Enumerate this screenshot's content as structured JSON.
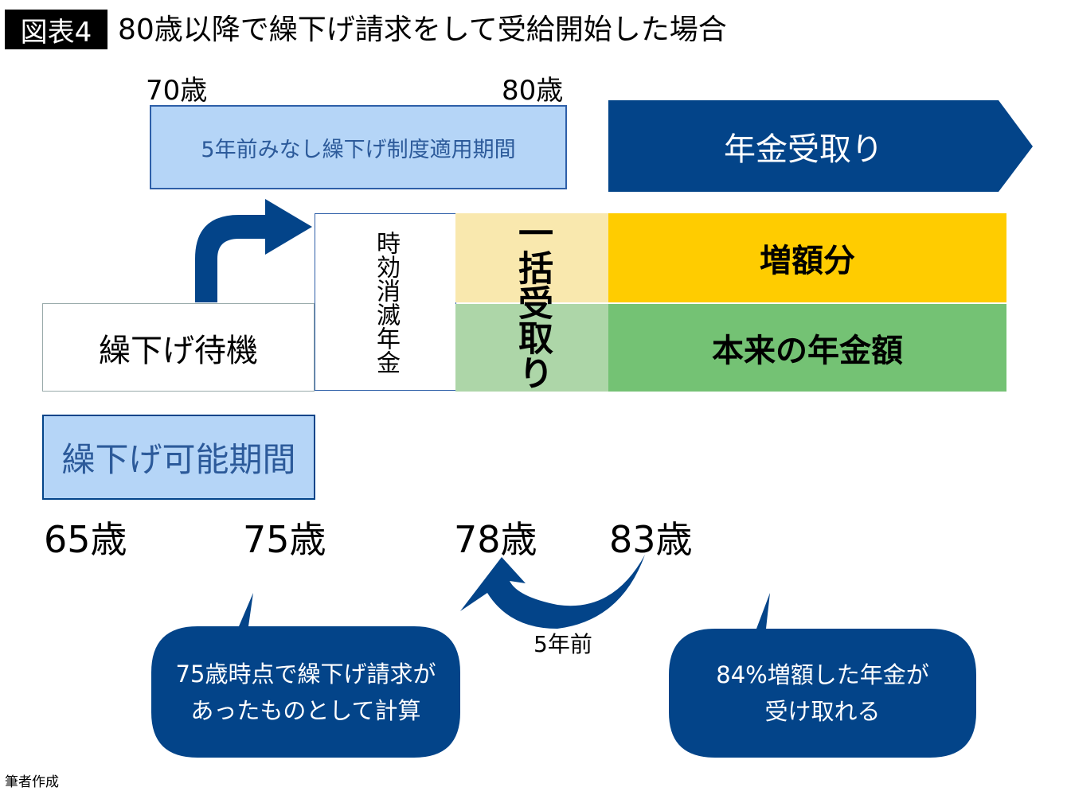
{
  "title": {
    "badge": "図表4",
    "text": "80歳以降で繰下げ請求をして受給開始した場合"
  },
  "top_ages": {
    "a70": "70歳",
    "a80": "80歳"
  },
  "minashi_box": "5年前みなし繰下げ制度適用期間",
  "pension_banner": "年金受取り",
  "wait_box": "繰下げ待機",
  "expired_box": "時効消滅年金",
  "lump_sum": "一括受取り",
  "increase": "増額分",
  "base_amount": "本来の年金額",
  "deferral_period": "繰下げ可能期間",
  "ages": [
    "65歳",
    "75歳",
    "78歳",
    "83歳"
  ],
  "back_label": "5年前",
  "bubble_left": [
    "75歳時点で繰下げ請求が",
    "あったものとして計算"
  ],
  "bubble_right": [
    "84%増額した年金が",
    "受け取れる"
  ],
  "source": "筆者作成",
  "colors": {
    "navy": "#034489",
    "light_blue": "#b5d5f7",
    "yellow": "#ffcc00",
    "light_yellow": "#f9e8ae",
    "green": "#74c274",
    "light_green": "#add6a8"
  }
}
